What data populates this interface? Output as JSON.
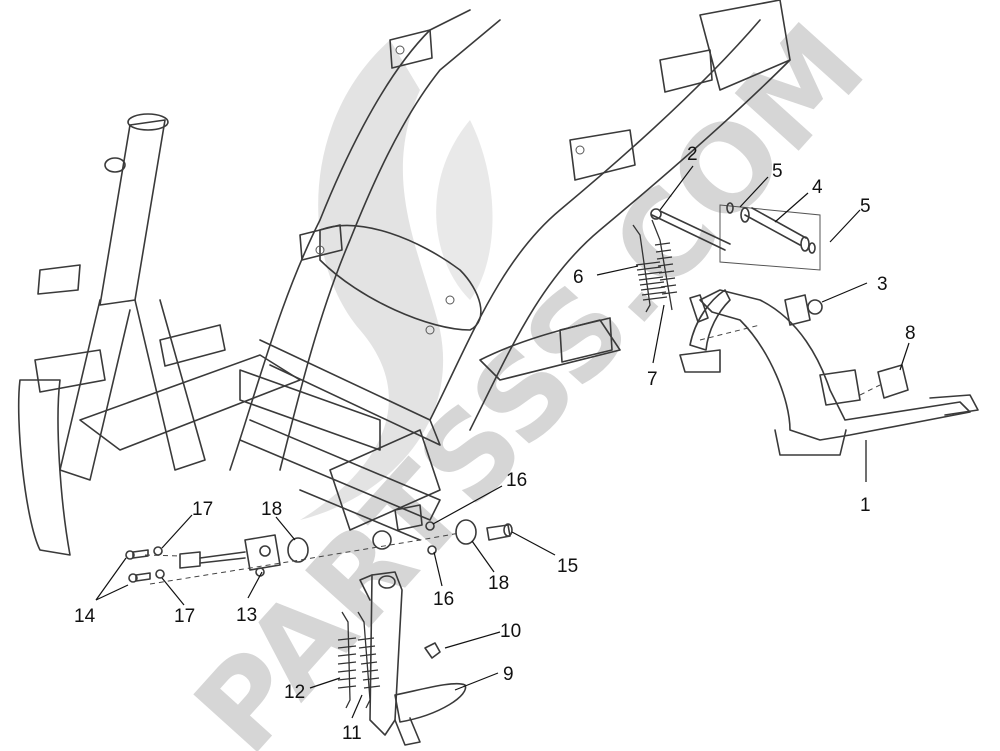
{
  "watermark": {
    "text": "PARTSSS.COM"
  },
  "callouts": [
    {
      "id": "1",
      "label": "1"
    },
    {
      "id": "2",
      "label": "2"
    },
    {
      "id": "3",
      "label": "3"
    },
    {
      "id": "4",
      "label": "4"
    },
    {
      "id": "5a",
      "label": "5"
    },
    {
      "id": "5b",
      "label": "5"
    },
    {
      "id": "6",
      "label": "6"
    },
    {
      "id": "7",
      "label": "7"
    },
    {
      "id": "8",
      "label": "8"
    },
    {
      "id": "9",
      "label": "9"
    },
    {
      "id": "10",
      "label": "10"
    },
    {
      "id": "11",
      "label": "11"
    },
    {
      "id": "12",
      "label": "12"
    },
    {
      "id": "13",
      "label": "13"
    },
    {
      "id": "14",
      "label": "14"
    },
    {
      "id": "15",
      "label": "15"
    },
    {
      "id": "16a",
      "label": "16"
    },
    {
      "id": "16b",
      "label": "16"
    },
    {
      "id": "17a",
      "label": "17"
    },
    {
      "id": "17b",
      "label": "17"
    },
    {
      "id": "18a",
      "label": "18"
    },
    {
      "id": "18b",
      "label": "18"
    }
  ]
}
